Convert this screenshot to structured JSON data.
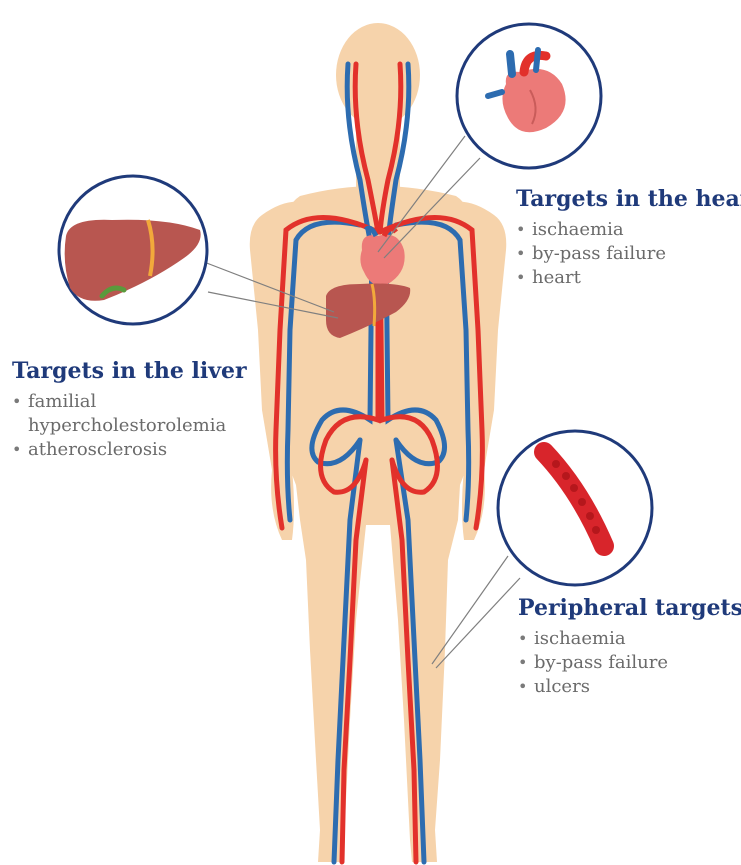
{
  "colors": {
    "title": "#1f3a7a",
    "bullet_text": "#6a6a6a",
    "skin": "#f6d3ab",
    "artery": "#e2312b",
    "vein": "#2d6cb0",
    "organ": "#b85650",
    "circle_border": "#1f3a7a"
  },
  "panels": {
    "heart": {
      "title": "Targets in the heart",
      "items": [
        "ischaemia",
        "by-pass failure",
        "heart"
      ]
    },
    "liver": {
      "title": "Targets in the liver",
      "items": [
        "familial hypercholestorolemia",
        "atherosclerosis"
      ]
    },
    "peripheral": {
      "title": "Peripheral targets",
      "items": [
        "ischaemia",
        "by-pass failure",
        "ulcers"
      ]
    }
  },
  "icons": [
    "human-body-icon",
    "heart-icon",
    "liver-icon",
    "blood-vessel-icon"
  ]
}
